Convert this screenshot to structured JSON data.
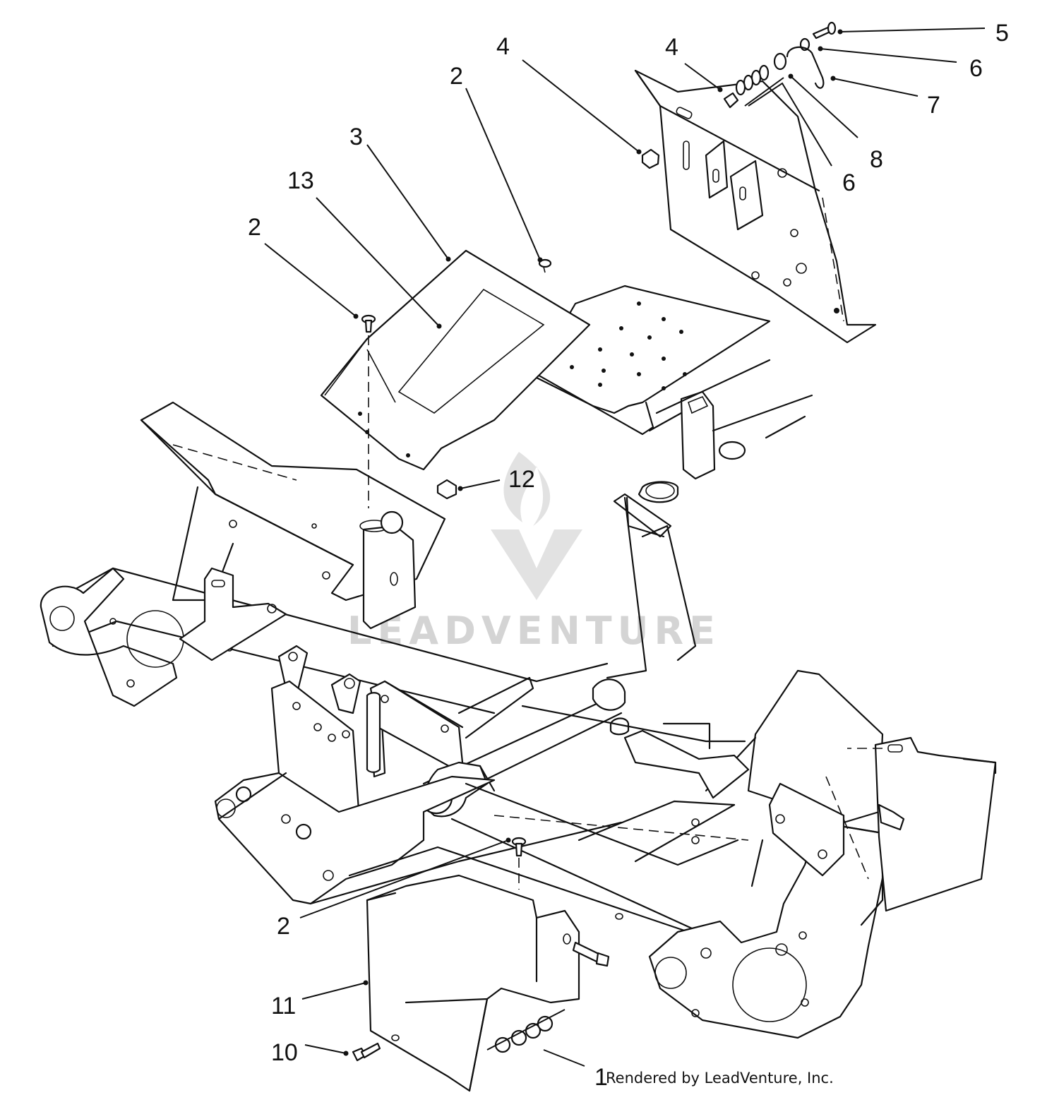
{
  "callouts": [
    {
      "id": "c1",
      "label": "1"
    },
    {
      "id": "c2a",
      "label": "2"
    },
    {
      "id": "c2b",
      "label": "2"
    },
    {
      "id": "c2c",
      "label": "2"
    },
    {
      "id": "c3",
      "label": "3"
    },
    {
      "id": "c4a",
      "label": "4"
    },
    {
      "id": "c4b",
      "label": "4"
    },
    {
      "id": "c5",
      "label": "5"
    },
    {
      "id": "c6a",
      "label": "6"
    },
    {
      "id": "c6b",
      "label": "6"
    },
    {
      "id": "c7",
      "label": "7"
    },
    {
      "id": "c8",
      "label": "8"
    },
    {
      "id": "c10",
      "label": "10"
    },
    {
      "id": "c11",
      "label": "11"
    },
    {
      "id": "c12",
      "label": "12"
    },
    {
      "id": "c13",
      "label": "13"
    }
  ],
  "credit": "Rendered by LeadVenture, Inc.",
  "watermark": "LEADVENTURE",
  "colors": {
    "ink": "#111111",
    "watermark": "#d4d4d4",
    "background": "#ffffff"
  }
}
